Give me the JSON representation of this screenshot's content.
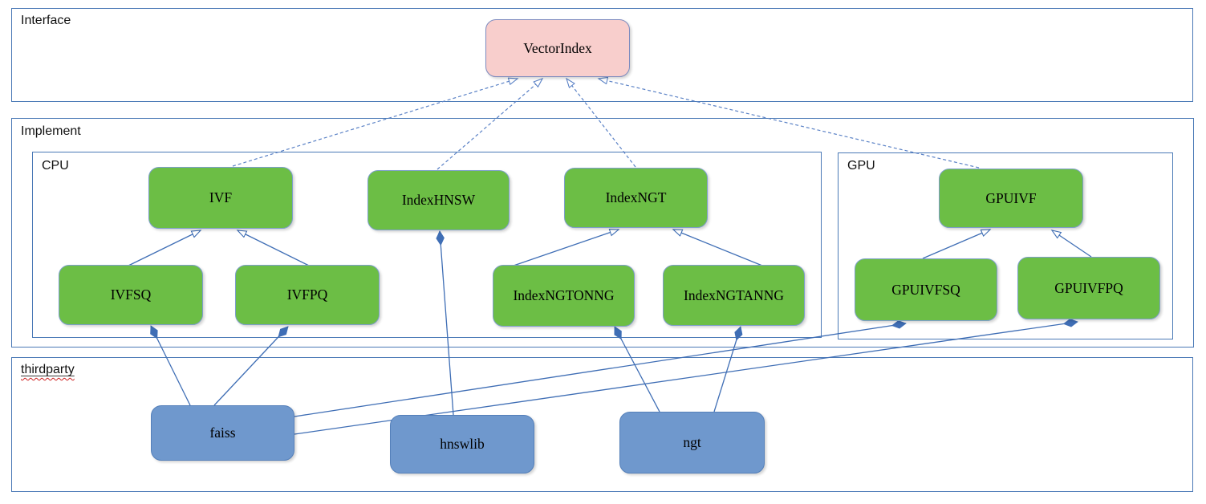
{
  "diagram": {
    "containers": {
      "interface": {
        "label": "Interface"
      },
      "implement": {
        "label": "Implement"
      },
      "cpu": {
        "label": "CPU"
      },
      "gpu": {
        "label": "GPU"
      },
      "thirdparty": {
        "label": "thirdparty",
        "spellcheck_squiggle": true
      }
    },
    "nodes": {
      "vectorindex": {
        "label": "VectorIndex",
        "kind": "interface"
      },
      "ivf": {
        "label": "IVF",
        "kind": "implementation"
      },
      "indexhnsw": {
        "label": "IndexHNSW",
        "kind": "implementation"
      },
      "indexngt": {
        "label": "IndexNGT",
        "kind": "implementation"
      },
      "gpuivf": {
        "label": "GPUIVF",
        "kind": "implementation"
      },
      "ivfsq": {
        "label": "IVFSQ",
        "kind": "implementation"
      },
      "ivfpq": {
        "label": "IVFPQ",
        "kind": "implementation"
      },
      "indexngtonng": {
        "label": "IndexNGTONNG",
        "kind": "implementation"
      },
      "indexngtanng": {
        "label": "IndexNGTANNG",
        "kind": "implementation"
      },
      "gpuivfsq": {
        "label": "GPUIVFSQ",
        "kind": "implementation"
      },
      "gpuivfpq": {
        "label": "GPUIVFPQ",
        "kind": "implementation"
      },
      "faiss": {
        "label": "faiss",
        "kind": "thirdparty"
      },
      "hnswlib": {
        "label": "hnswlib",
        "kind": "thirdparty"
      },
      "ngt": {
        "label": "ngt",
        "kind": "thirdparty"
      }
    },
    "edges": [
      {
        "from": "IVF",
        "to": "VectorIndex",
        "type": "realization-dashed-hollow-arrow"
      },
      {
        "from": "IndexHNSW",
        "to": "VectorIndex",
        "type": "realization-dashed-hollow-arrow"
      },
      {
        "from": "IndexNGT",
        "to": "VectorIndex",
        "type": "realization-dashed-hollow-arrow"
      },
      {
        "from": "GPUIVF",
        "to": "VectorIndex",
        "type": "realization-dashed-hollow-arrow"
      },
      {
        "from": "IVFSQ",
        "to": "IVF",
        "type": "generalization-hollow-arrow"
      },
      {
        "from": "IVFPQ",
        "to": "IVF",
        "type": "generalization-hollow-arrow"
      },
      {
        "from": "IndexNGTONNG",
        "to": "IndexNGT",
        "type": "generalization-hollow-arrow"
      },
      {
        "from": "IndexNGTANNG",
        "to": "IndexNGT",
        "type": "generalization-hollow-arrow"
      },
      {
        "from": "GPUIVFSQ",
        "to": "GPUIVF",
        "type": "generalization-hollow-arrow"
      },
      {
        "from": "GPUIVFPQ",
        "to": "GPUIVF",
        "type": "generalization-hollow-arrow"
      },
      {
        "from": "faiss",
        "to": "IVFSQ",
        "type": "composition-diamond"
      },
      {
        "from": "faiss",
        "to": "IVFPQ",
        "type": "composition-diamond"
      },
      {
        "from": "faiss",
        "to": "GPUIVFSQ",
        "type": "composition-diamond"
      },
      {
        "from": "faiss",
        "to": "GPUIVFPQ",
        "type": "composition-diamond"
      },
      {
        "from": "hnswlib",
        "to": "IndexHNSW",
        "type": "composition-diamond"
      },
      {
        "from": "ngt",
        "to": "IndexNGTONNG",
        "type": "composition-diamond"
      },
      {
        "from": "ngt",
        "to": "IndexNGTANNG",
        "type": "composition-diamond"
      }
    ],
    "colors": {
      "edge": "#3f6eb5",
      "edge-dash": "#5b82c6",
      "container-border": "#4a79b6",
      "green-fill": "#6cbe45",
      "pink-fill": "#f8cecc",
      "blue-fill": "#6f98cd"
    }
  }
}
